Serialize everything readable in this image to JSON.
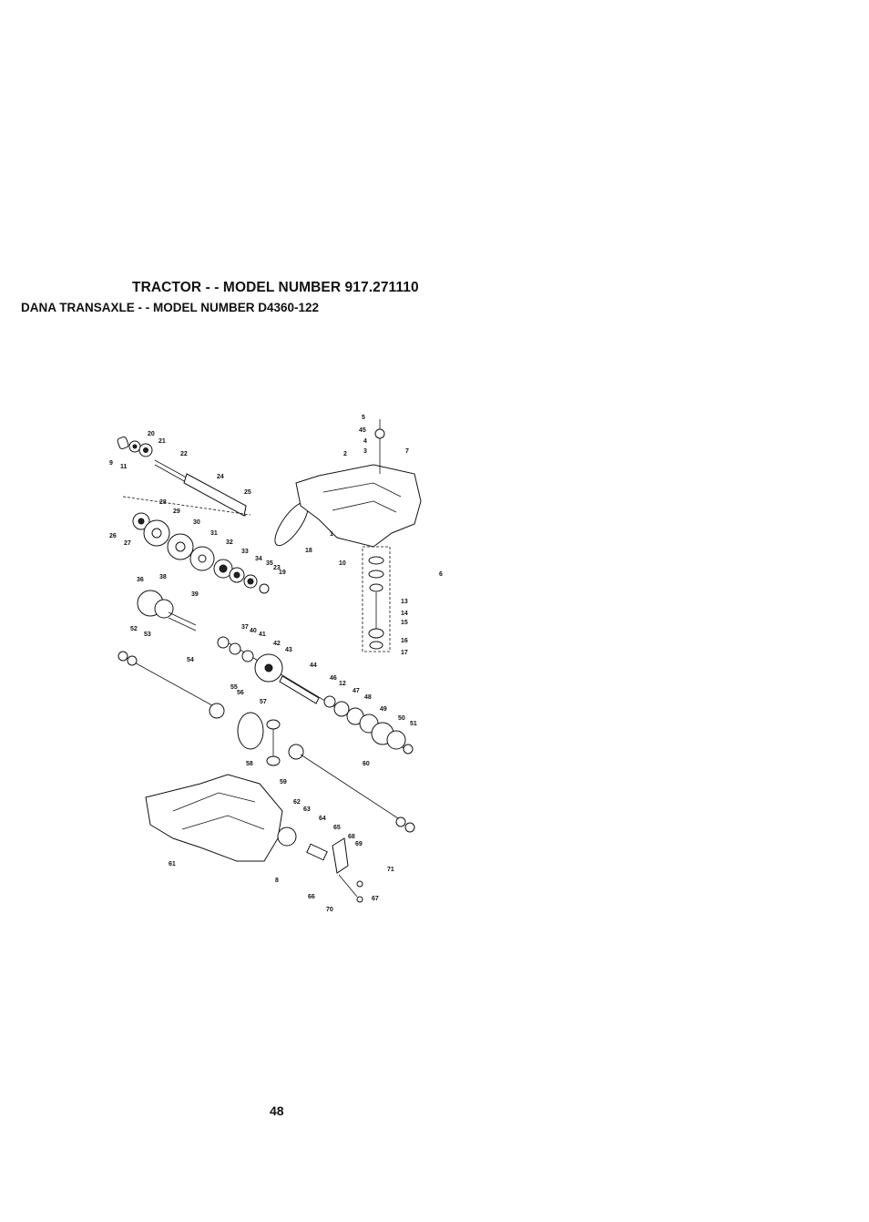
{
  "header": {
    "title": "TRACTOR - - MODEL NUMBER 917.271110",
    "subtitle": "DANA TRANSAXLE - - MODEL NUMBER D4360-122"
  },
  "diagram": {
    "callouts": [
      "20",
      "21",
      "9",
      "11",
      "22",
      "24",
      "25",
      "26",
      "27",
      "28",
      "29",
      "30",
      "31",
      "32",
      "33",
      "34",
      "35",
      "23",
      "19",
      "18",
      "36",
      "38",
      "39",
      "5",
      "45",
      "4",
      "3",
      "2",
      "7",
      "1",
      "10",
      "13",
      "14",
      "15",
      "16",
      "17",
      "6",
      "37",
      "40",
      "41",
      "42",
      "43",
      "44",
      "46",
      "12",
      "47",
      "48",
      "49",
      "50",
      "51",
      "52",
      "53",
      "54",
      "55",
      "56",
      "57",
      "58",
      "59",
      "60",
      "61",
      "62",
      "63",
      "64",
      "65",
      "66",
      "67",
      "68",
      "69",
      "70",
      "71",
      "8"
    ]
  },
  "footer": {
    "page_number": "48"
  }
}
